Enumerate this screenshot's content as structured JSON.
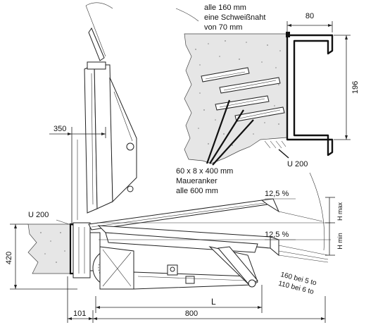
{
  "labels": {
    "weld_note_line1": "alle 160 mm",
    "weld_note_line2": "eine Schweißnaht",
    "weld_note_line3": "von 70 mm",
    "anchor_line1": "60 x 8 x 400 mm",
    "anchor_line2": "Maueranker",
    "anchor_line3": "alle 600 mm",
    "u200_detail": "U 200",
    "u200_main": "U 200",
    "slope_upper": "12,5 %",
    "slope_lower": "12,5 %",
    "h_max": "H max",
    "h_min": "H min",
    "load_line1": "160 bei 5 to",
    "load_line2": "110 bei 6 to"
  },
  "dimensions": {
    "d80": "80",
    "d196": "196",
    "d350": "350",
    "d420": "420",
    "d101": "101",
    "d800": "800",
    "dL": "L"
  },
  "colors": {
    "line": "#222222",
    "concrete": "#e6e6e6",
    "background": "#ffffff"
  }
}
